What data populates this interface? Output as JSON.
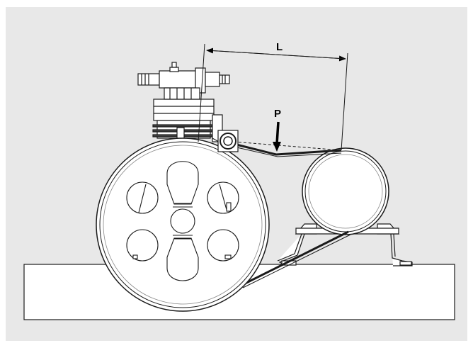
{
  "labels": {
    "length": "L",
    "force": "P"
  },
  "colors": {
    "background": "#e8e8e8",
    "fill": "#ffffff",
    "line": "#1a1a1a"
  },
  "parts": [
    "base",
    "flywheel",
    "compressor-head",
    "valve",
    "belt-tensioner",
    "electric-motor",
    "motor-bracket",
    "drive-belt",
    "length-dimension",
    "force-arrow"
  ]
}
